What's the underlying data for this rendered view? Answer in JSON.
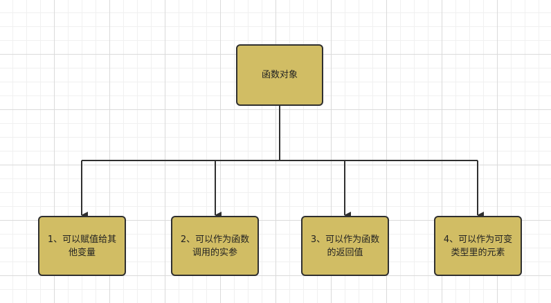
{
  "diagram": {
    "colors": {
      "node_fill": "#d1bd64",
      "node_border": "#2f2f2f",
      "connector": "#2f2f2f",
      "text": "#222222"
    },
    "root": {
      "label": "函数对象"
    },
    "children": [
      {
        "label": "1、可以赋值给其他变量"
      },
      {
        "label": "2、可以作为函数调用的实参"
      },
      {
        "label": "3、可以作为函数的返回值"
      },
      {
        "label": "4、可以作为可变类型里的元素"
      }
    ]
  }
}
